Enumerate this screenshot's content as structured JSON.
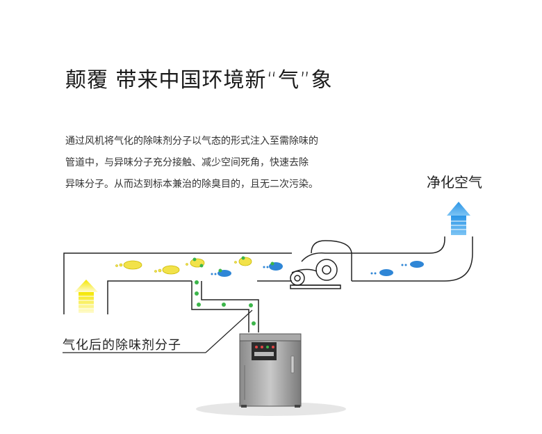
{
  "title": "颠覆 带来中国环境新“气”象",
  "description": [
    "通过风机将气化的除味剂分子以气态的形式注入至需除味的",
    "管道中，与异味分子充分接触、减少空间死角，快速去除",
    "异味分子。从而达到标本兼治的除臭目的，且无二次污染。"
  ],
  "labels": {
    "clean_air": "净化空气",
    "vaporized_agent": "气化后的除味剂分子"
  },
  "colors": {
    "duct_line": "#222222",
    "inlet_arrow": "#f2e600",
    "outlet_arrow": "#1e90e0",
    "odor_molecule": "#f2e24a",
    "clean_molecule": "#2f86d6",
    "agent_dot": "#3cb54a"
  }
}
